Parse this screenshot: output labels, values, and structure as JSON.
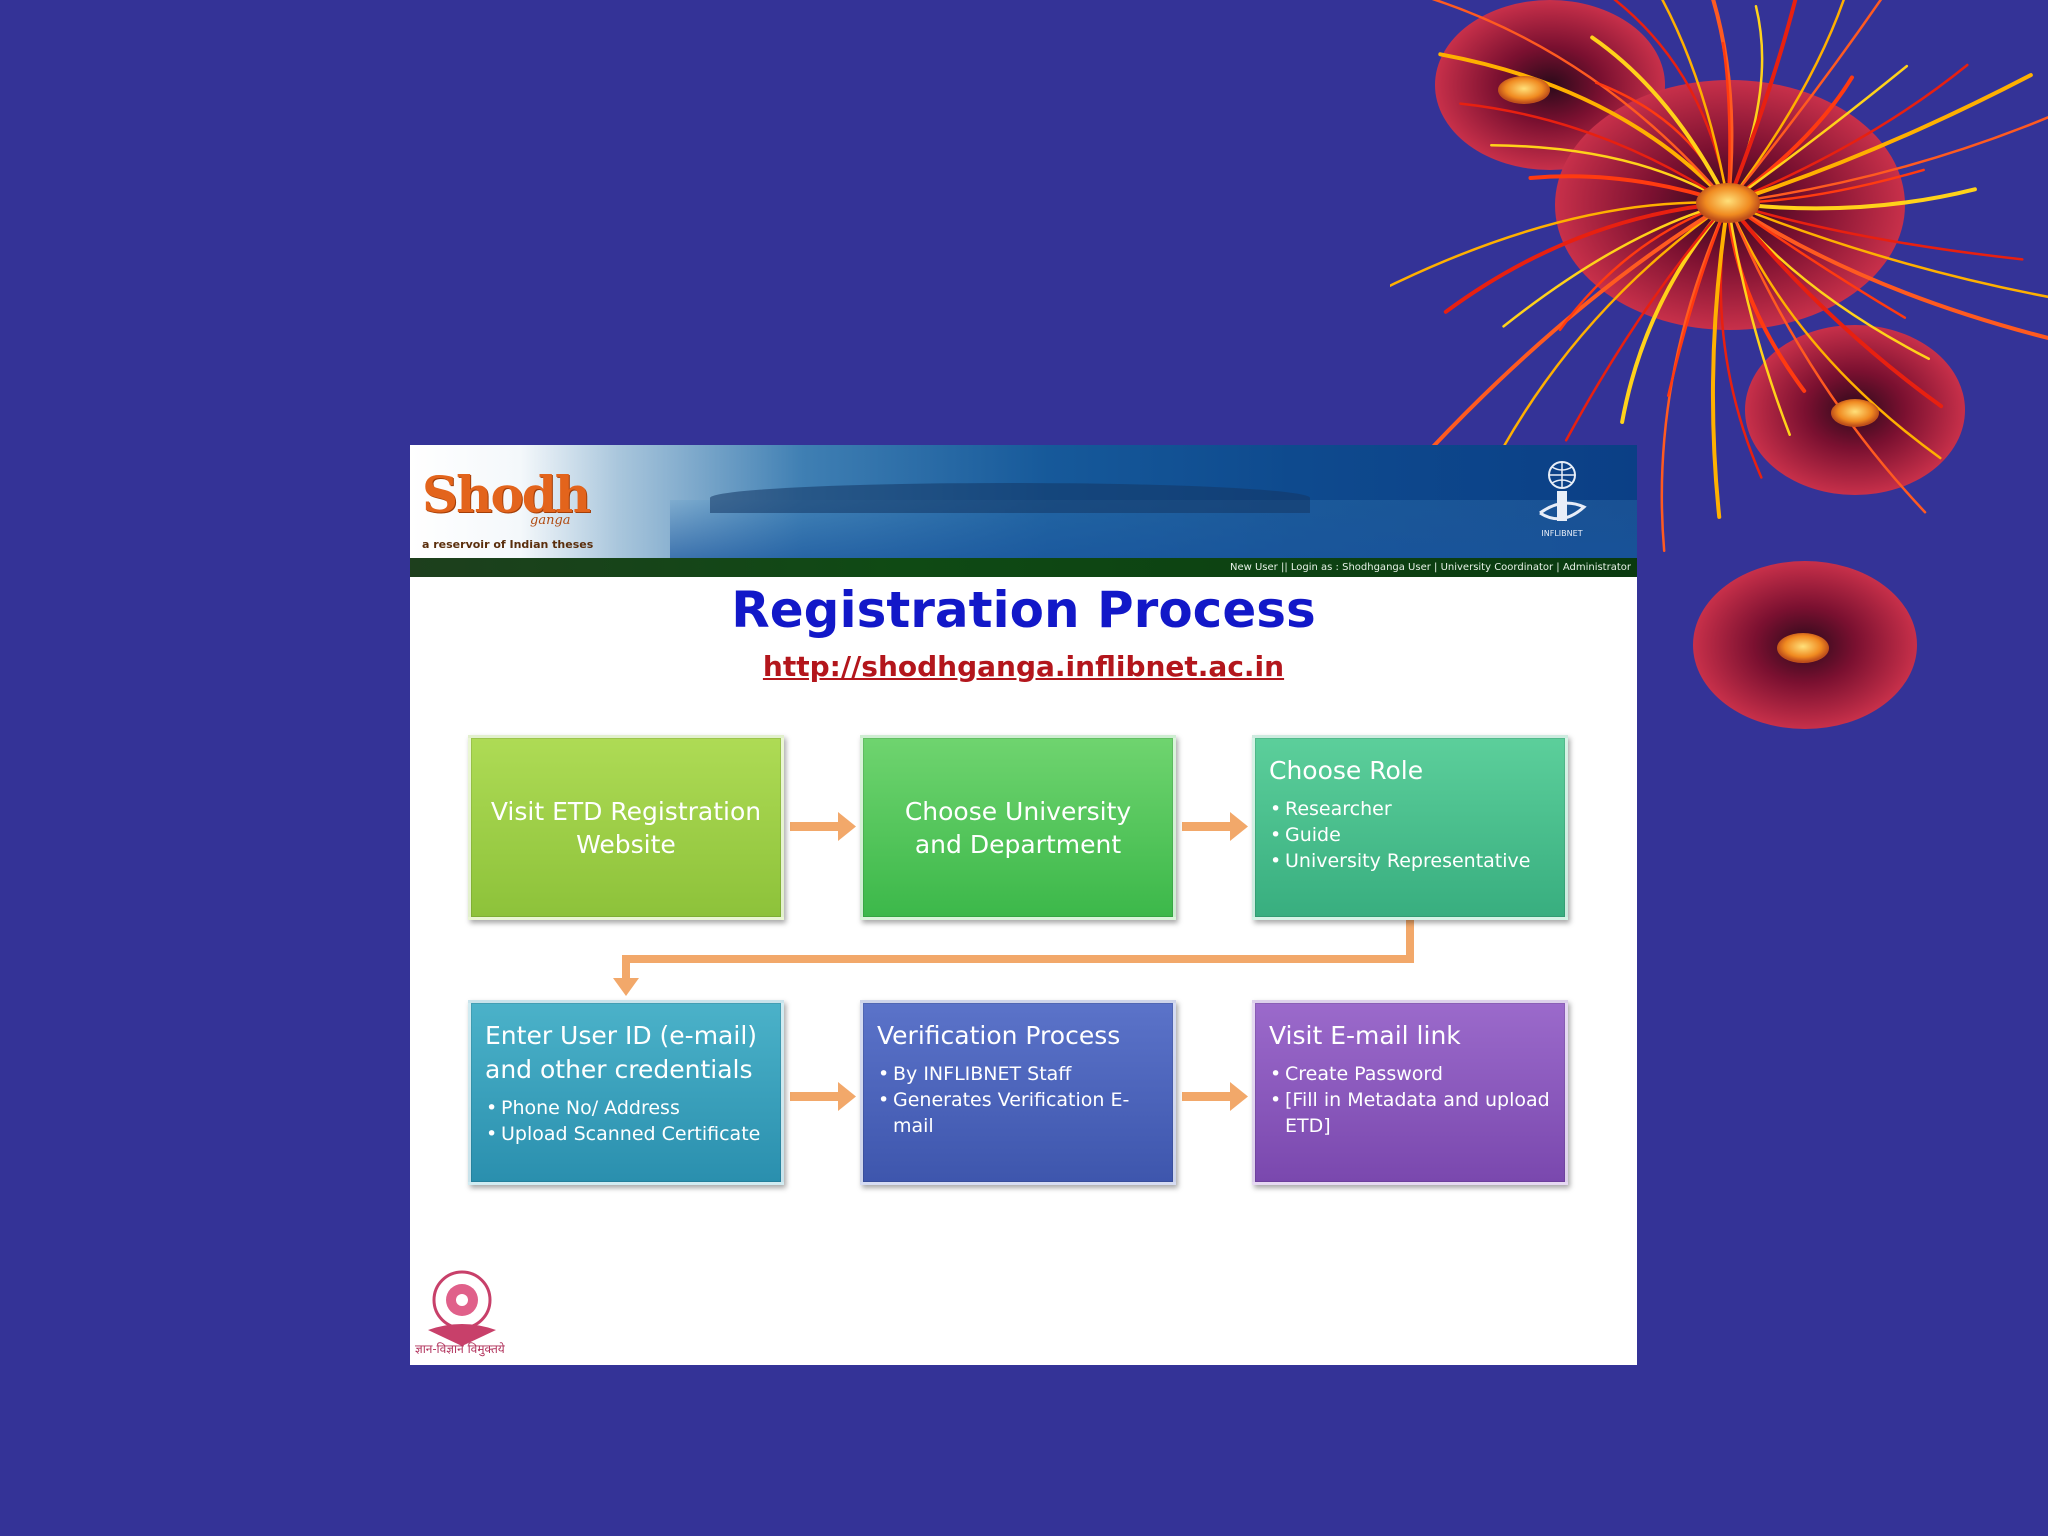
{
  "banner": {
    "logo_text": "Shodh",
    "logo_sub": "ganga",
    "logo_tagline": "a reservoir of Indian theses",
    "links": "New User || Login as : Shodhganga User | University Coordinator | Administrator",
    "inflibnet_label": "INFLIBNET"
  },
  "slide": {
    "title": "Registration Process",
    "url": "http://shodhganga.inflibnet.ac.in"
  },
  "steps": [
    {
      "text": "Visit ETD Registration Website"
    },
    {
      "text": "Choose University and Department"
    },
    {
      "heading": "Choose Role",
      "bullets": [
        "Researcher",
        "Guide",
        "University Representative"
      ]
    },
    {
      "heading": "Enter  User ID (e-mail) and other credentials",
      "bullets": [
        "Phone No/ Address",
        "Upload Scanned  Certificate"
      ]
    },
    {
      "heading": "Verification Process",
      "bullets": [
        "By INFLIBNET Staff",
        "Generates Verification E-mail"
      ]
    },
    {
      "heading": "Visit E-mail link",
      "bullets": [
        "Create Password",
        "[Fill in Metadata and upload ETD]"
      ]
    }
  ],
  "footer": {
    "ugc_caption": "ज्ञान-विज्ञान विमुक्तये"
  },
  "colors": {
    "background": "#343397",
    "title": "#1218c8",
    "url": "#b3161c",
    "arrow": "#f2a86a"
  }
}
